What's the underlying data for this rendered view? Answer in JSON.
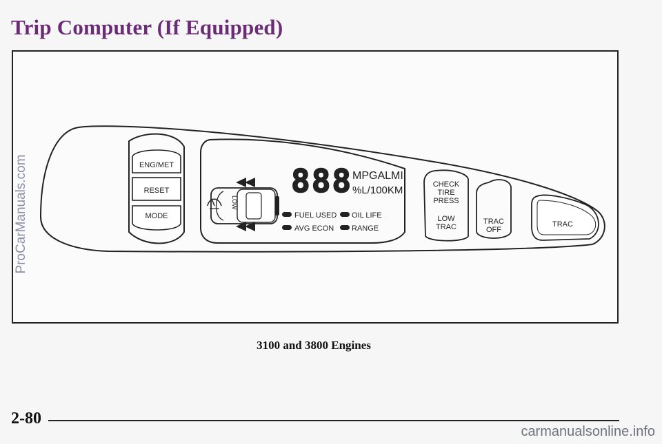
{
  "page": {
    "title": "Trip Computer (If Equipped)",
    "caption": "3100 and 3800 Engines",
    "page_number": "2-80"
  },
  "panel": {
    "buttons": [
      "ENG/MET",
      "RESET",
      "MODE"
    ],
    "display_digits": "888",
    "unit_top": "MPGALMI",
    "unit_bottom": "%L/100KM",
    "low_indicator": "LOW",
    "indicators": [
      "FUEL USED",
      "OIL LIFE",
      "AVG ECON",
      "RANGE"
    ],
    "warning_check_tire": [
      "CHECK",
      "TIRE",
      "PRESS"
    ],
    "warning_low_trac": [
      "LOW",
      "TRAC"
    ],
    "trac_off": [
      "TRAC",
      "OFF"
    ],
    "trac_button": "TRAC"
  },
  "watermarks": {
    "side": "ProCarManuals.com",
    "bottom": "carmanualsonline.info"
  }
}
